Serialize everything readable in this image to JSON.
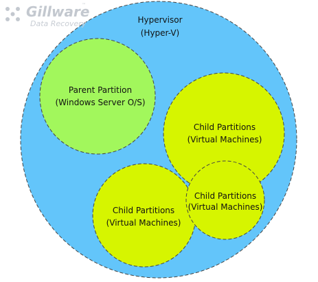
{
  "logo": {
    "name": "Gillware",
    "tagline": "Data Recovery",
    "trademark": "™"
  },
  "hypervisor": {
    "line1": "Hypervisor",
    "line2": "(Hyper-V)",
    "fill": "#63c5fa"
  },
  "parent_partition": {
    "line1": "Parent Partition",
    "line2": "(Windows Server O/S)",
    "fill": "#a2f75c"
  },
  "child_partitions": [
    {
      "line1": "Child Partitions",
      "line2": "(Virtual Machines)",
      "fill": "#d6f500"
    },
    {
      "line1": "Child Partitions",
      "line2": "(Virtual Machines)",
      "fill": "#d6f500"
    },
    {
      "line1": "Child Partitions",
      "line2": "(Virtual Machines)",
      "fill": "#d6f500"
    }
  ],
  "colors": {
    "outline": "#444444",
    "logo_gray": "#c3c8cf"
  }
}
